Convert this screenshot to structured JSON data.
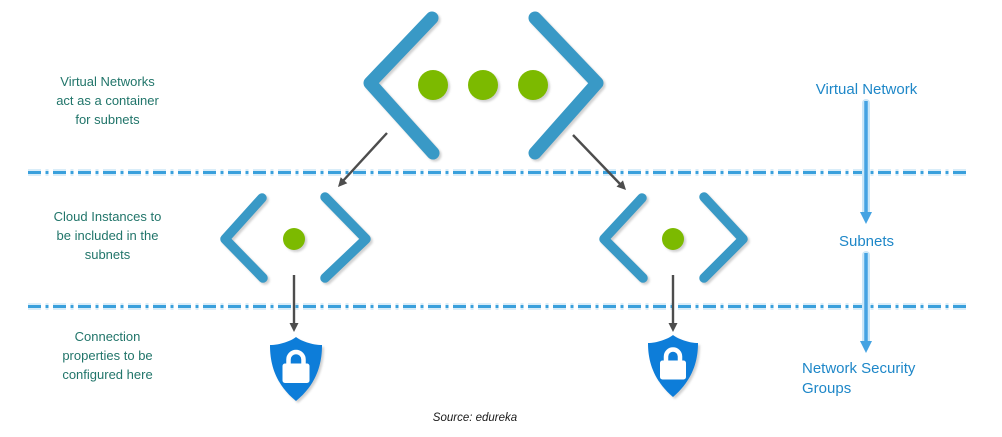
{
  "colors": {
    "bracket_blue": "#3999C6",
    "dot_green": "#7CBA00",
    "shield_blue": "#0D7DD9",
    "label_blue": "#1E87C8",
    "arrow_blue": "#45A3E2",
    "divider_blue": "#3AA0DC",
    "annotation_teal": "#21756A",
    "arrow_gray": "#4D4D4D"
  },
  "icons": {
    "virtual_network": "code-brackets-three-dots-icon",
    "subnet": "code-brackets-dot-icon",
    "network_security_group": "shield-lock-icon"
  },
  "annotations": [
    {
      "text": "Virtual Networks\nact as a container\nfor subnets"
    },
    {
      "text": "Cloud Instances to\nbe included in the\nsubnets"
    },
    {
      "text": "Connection\nproperties to be\nconfigured here"
    }
  ],
  "layer_labels": [
    {
      "text": "Virtual Network"
    },
    {
      "text": "Subnets"
    },
    {
      "text": "Network Security\nGroups"
    }
  ],
  "source": {
    "text": "Source: edureka"
  }
}
